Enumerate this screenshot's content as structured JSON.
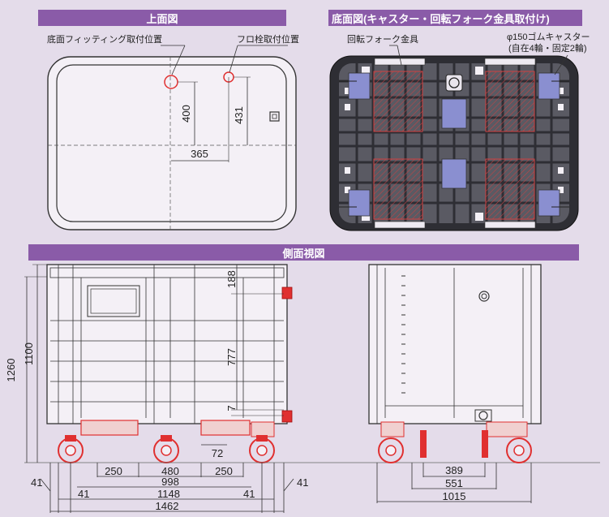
{
  "headers": {
    "top_view": "上面図",
    "bottom_view": "底面図(キャスター・回転フォーク金具取付け)",
    "side_view": "側面視図"
  },
  "top_view": {
    "label_bottom_fitting": "底面フィッティング取付位置",
    "label_float_plug": "フロ栓取付位置",
    "dim_400": "400",
    "dim_431": "431",
    "dim_365": "365"
  },
  "bottom_view": {
    "label_fork": "回転フォーク金具",
    "label_caster_1": "φ150ゴムキャスター",
    "label_caster_2": "(自在4輪・固定2輪)"
  },
  "side_front": {
    "dim_1260": "1260",
    "dim_1100": "1100",
    "dim_188": "188",
    "dim_777": "777",
    "dim_7": "7",
    "dim_72": "72",
    "dim_250a": "250",
    "dim_480": "480",
    "dim_250b": "250",
    "dim_998": "998",
    "dim_1148": "1148",
    "dim_1462": "1462",
    "dim_41_ol": "41",
    "dim_41_il": "41",
    "dim_41_ir": "41",
    "dim_41_or": "41"
  },
  "side_right": {
    "dim_389": "389",
    "dim_551": "551",
    "dim_1015": "1015"
  },
  "colors": {
    "header": "#8a5ba8",
    "background": "#e4dcea",
    "caster_red": "#e03030",
    "fork_blue": "#8a8fd0"
  }
}
